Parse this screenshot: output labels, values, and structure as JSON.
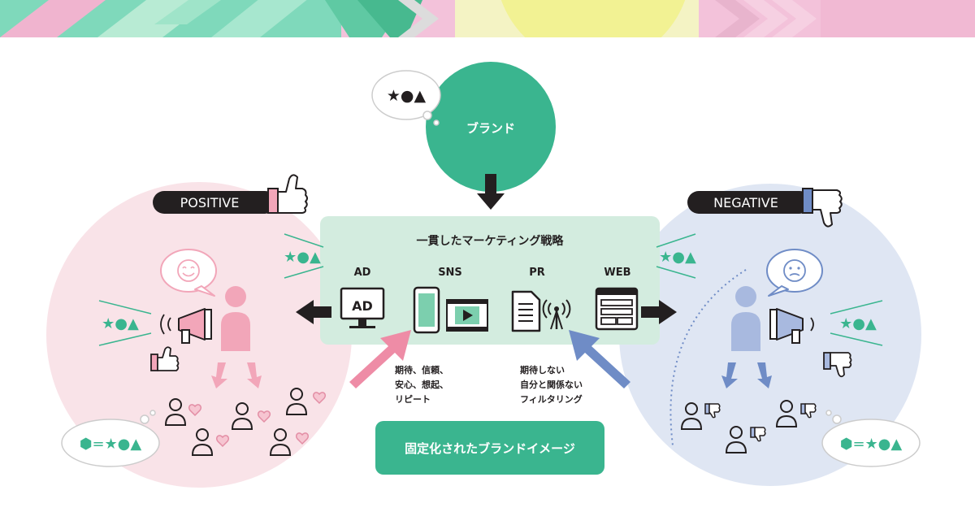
{
  "colors": {
    "brand_green": "#3ab58f",
    "green_panel": "#d3ecdf",
    "positive_bg": "#f9e3e8",
    "positive_pink": "#f2a6b9",
    "negative_bg": "#dfe6f3",
    "negative_blue": "#6f8cc6",
    "dark": "#231f20",
    "banner_pink": "#f1bcd6",
    "banner_yellow": "#f3f3ad",
    "banner_mint": "#8fe0c3"
  },
  "brand": {
    "label": "ブランド",
    "bubble_symbols": "★●▲"
  },
  "strategy": {
    "title": "一貫したマーケティング戦略",
    "channels": [
      {
        "label": "AD",
        "icon": "ad-monitor-icon",
        "screen_text": "AD"
      },
      {
        "label": "SNS",
        "icon": "smartphone-video-icon"
      },
      {
        "label": "PR",
        "icon": "document-antenna-icon"
      },
      {
        "label": "WEB",
        "icon": "browser-window-icon"
      }
    ]
  },
  "positive": {
    "badge": "POSITIVE",
    "side_symbols": "★●▲",
    "left_symbols": "★●▲",
    "formula": "⬢=★●▲",
    "expectation_lines": [
      "期待、信頼、",
      "安心、想起、",
      "リピート"
    ]
  },
  "negative": {
    "badge": "NEGATIVE",
    "side_symbols": "★●▲",
    "right_symbols": "★●▲",
    "formula": "⬢=★●▲",
    "expectation_lines": [
      "期待しない",
      "自分と関係ない",
      "フィルタリング"
    ]
  },
  "result": {
    "label": "固定化されたブランドイメージ"
  }
}
